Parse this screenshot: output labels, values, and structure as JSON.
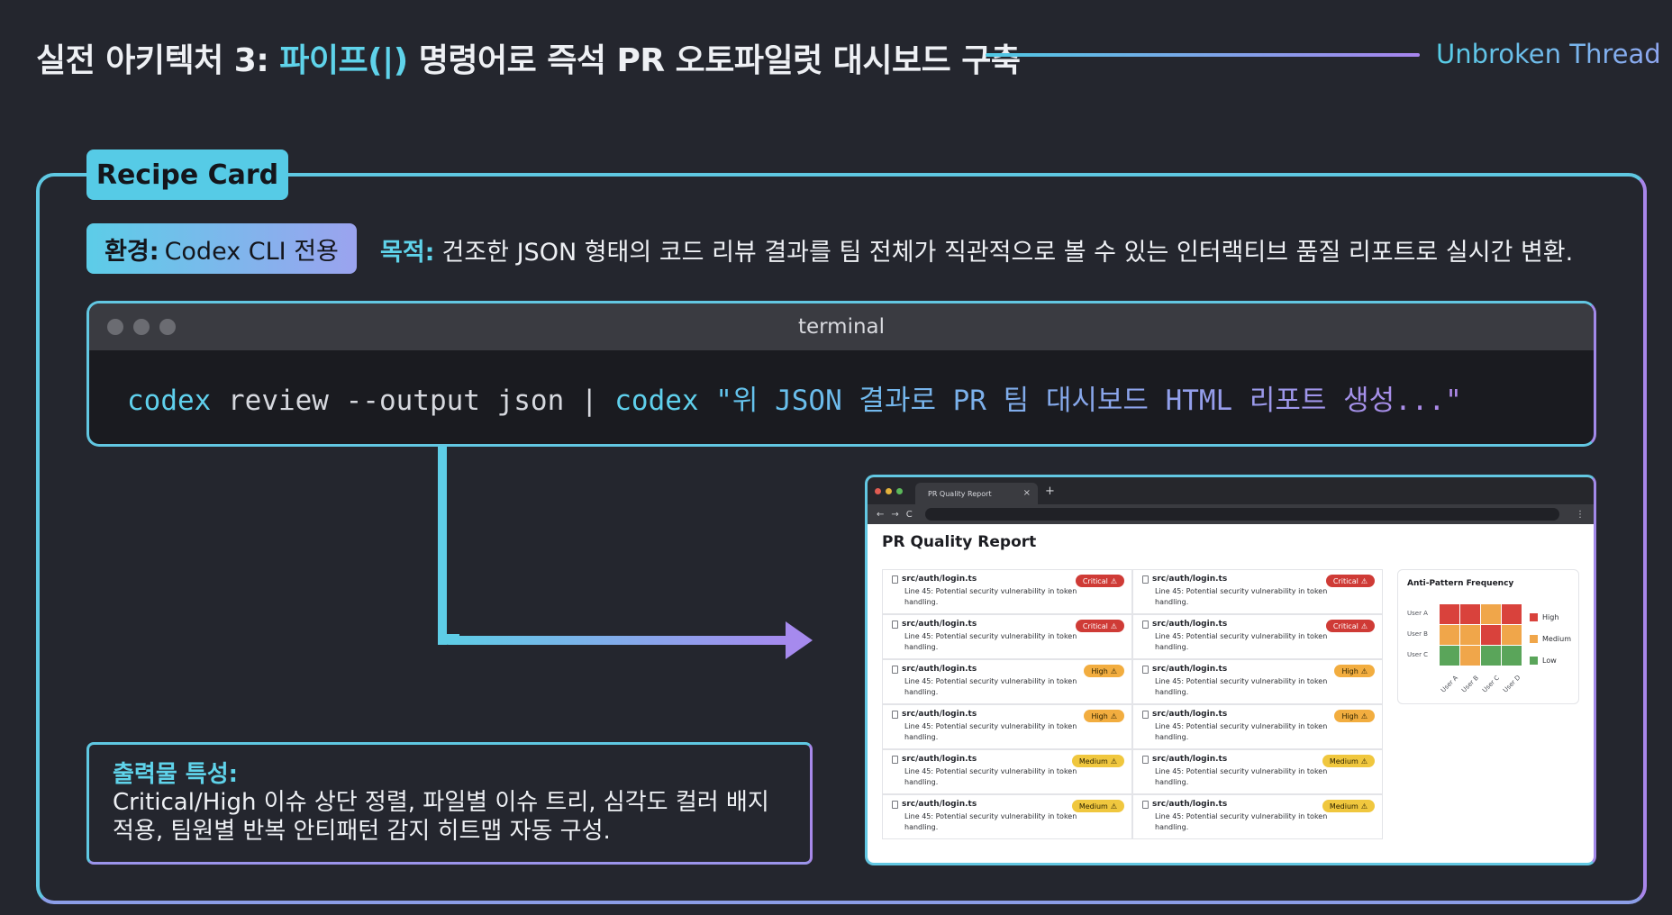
{
  "header": {
    "title_pre": "실전 아키텍처 3: ",
    "title_accent": "파이프(|)",
    "title_post": " 명령어로 즉석 PR 오토파일럿 대시보드 구축",
    "brand": "Unbroken Thread"
  },
  "recipe_tab": "Recipe Card",
  "env": {
    "label": "환경:",
    "value": "Codex CLI 전용"
  },
  "purpose": {
    "label": "목적:",
    "text": "건조한 JSON 형태의 코드 리뷰 결과를 팀 전체가 직관적으로 볼 수 있는 인터랙티브 품질 리포트로 실시간 변환."
  },
  "terminal": {
    "title": "terminal",
    "cmd1": "codex",
    "args1": " review --output json | ",
    "cmd2": "codex",
    "str": " \"위 JSON 결과로 PR 팀 대시보드 HTML 리포트 생성...\""
  },
  "output": {
    "title": "출력물 특성:",
    "desc": "Critical/High 이슈 상단 정렬, 파일별 이슈 트리, 심각도 컬러 배지 적용, 팀원별 반복 안티패턴 감지 히트맵 자동 구성."
  },
  "browser": {
    "tab_title": "PR Quality Report",
    "tab_close": "×",
    "new_tab": "+",
    "nav_back": "←",
    "nav_forward": "→",
    "nav_reload": "C",
    "menu": "⋮",
    "report_title": "PR Quality Report",
    "issues": [
      {
        "file": "src/auth/login.ts",
        "severity": "Critical",
        "desc": "Line 45: Potential security vulnerability in token handling."
      },
      {
        "file": "src/auth/login.ts",
        "severity": "Critical",
        "desc": "Line 45: Potential security vulnerability in token handling."
      },
      {
        "file": "src/auth/login.ts",
        "severity": "Critical",
        "desc": "Line 45: Potential security vulnerability in token handling."
      },
      {
        "file": "src/auth/login.ts",
        "severity": "Critical",
        "desc": "Line 45: Potential security vulnerability in token handling."
      },
      {
        "file": "src/auth/login.ts",
        "severity": "High",
        "desc": "Line 45: Potential security vulnerability in token handling."
      },
      {
        "file": "src/auth/login.ts",
        "severity": "High",
        "desc": "Line 45: Potential security vulnerability in token handling."
      },
      {
        "file": "src/auth/login.ts",
        "severity": "High",
        "desc": "Line 45: Potential security vulnerability in token handling."
      },
      {
        "file": "src/auth/login.ts",
        "severity": "High",
        "desc": "Line 45: Potential security vulnerability in token handling."
      },
      {
        "file": "src/auth/login.ts",
        "severity": "Medium",
        "desc": "Line 45: Potential security vulnerability in token handling."
      },
      {
        "file": "src/auth/login.ts",
        "severity": "Medium",
        "desc": "Line 45: Potential security vulnerability in token handling."
      },
      {
        "file": "src/auth/login.ts",
        "severity": "Medium",
        "desc": "Line 45: Potential security vulnerability in token handling."
      },
      {
        "file": "src/auth/login.ts",
        "severity": "Medium",
        "desc": "Line 45: Potential security vulnerability in token handling."
      }
    ],
    "heatmap": {
      "title": "Anti-Pattern Frequency",
      "rows": [
        "User A",
        "User B",
        "User C"
      ],
      "cols": [
        "User A",
        "User B",
        "User C",
        "User D"
      ],
      "values": [
        [
          "High",
          "High",
          "Medium",
          "High"
        ],
        [
          "Medium",
          "Medium",
          "High",
          "Medium"
        ],
        [
          "Low",
          "Medium",
          "Low",
          "Low"
        ]
      ],
      "legend": [
        "High",
        "Medium",
        "Low"
      ],
      "colors": {
        "High": "#d9423c",
        "Medium": "#f0a64a",
        "Low": "#5aa55a"
      }
    }
  }
}
